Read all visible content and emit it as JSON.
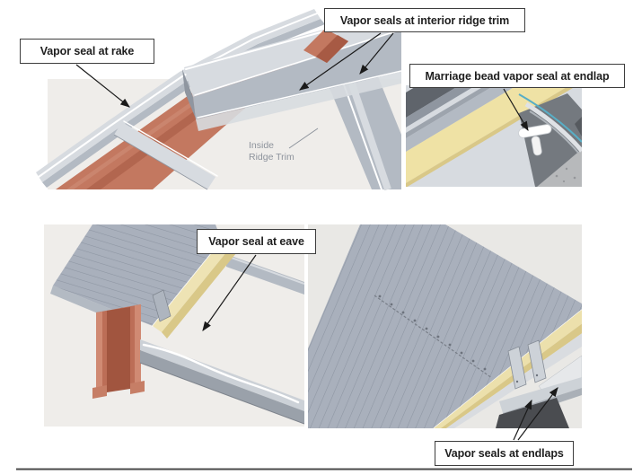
{
  "callouts": {
    "rake": "Vapor seal at rake",
    "interior_ridge": "Vapor seals at interior ridge trim",
    "marriage_bead": "Marriage bead vapor seal at endlap",
    "eave": "Vapor seal at eave",
    "endlaps": "Vapor seals at endlaps"
  },
  "annotations": {
    "inside_ridge_trim": "Inside\nRidge Trim"
  },
  "colors": {
    "page_bg": "#ffffff",
    "panel_bg": "#efedea",
    "panel_bg_right": "#e9e8e5",
    "label_border": "#3d3d3d",
    "label_text": "#1f1f1f",
    "arrow": "#1a1a1a",
    "note_text": "#8d939c",
    "bottom_rule": "#4a4a4a",
    "purlin_red": "#c37860",
    "purlin_red_dark": "#a75a44",
    "purlin_red_light": "#d2917c",
    "metal_light": "#d7dbe0",
    "metal_mid": "#b3bac3",
    "metal_dark": "#8f96a0",
    "steel_charcoal": "#5f646b",
    "roof_gray": "#a9b0bc",
    "rib_line": "#8d95a2",
    "insulation": "#efe2a5",
    "insulation_dark": "#d9c888",
    "seal_white": "#ffffff",
    "teal": "#58aec6",
    "concrete": "#b7b9bb",
    "dark_opening": "#4a4c50"
  }
}
